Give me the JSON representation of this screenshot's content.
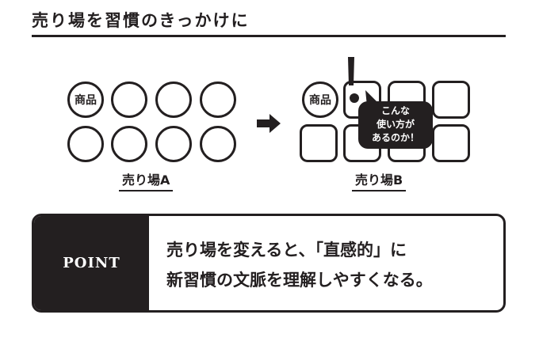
{
  "title": "売り場を習慣のきっかけに",
  "left": {
    "product_label": "商品",
    "caption": "売り場A"
  },
  "right": {
    "product_label": "商品",
    "caption": "売り場B",
    "bubble_lines": [
      "こんな",
      "使い方が",
      "あるのか！"
    ]
  },
  "point": {
    "label": "POINT",
    "lines": [
      "売り場を変えると、「直感的」に",
      "新習慣の文脈を理解しやすくなる。"
    ]
  }
}
